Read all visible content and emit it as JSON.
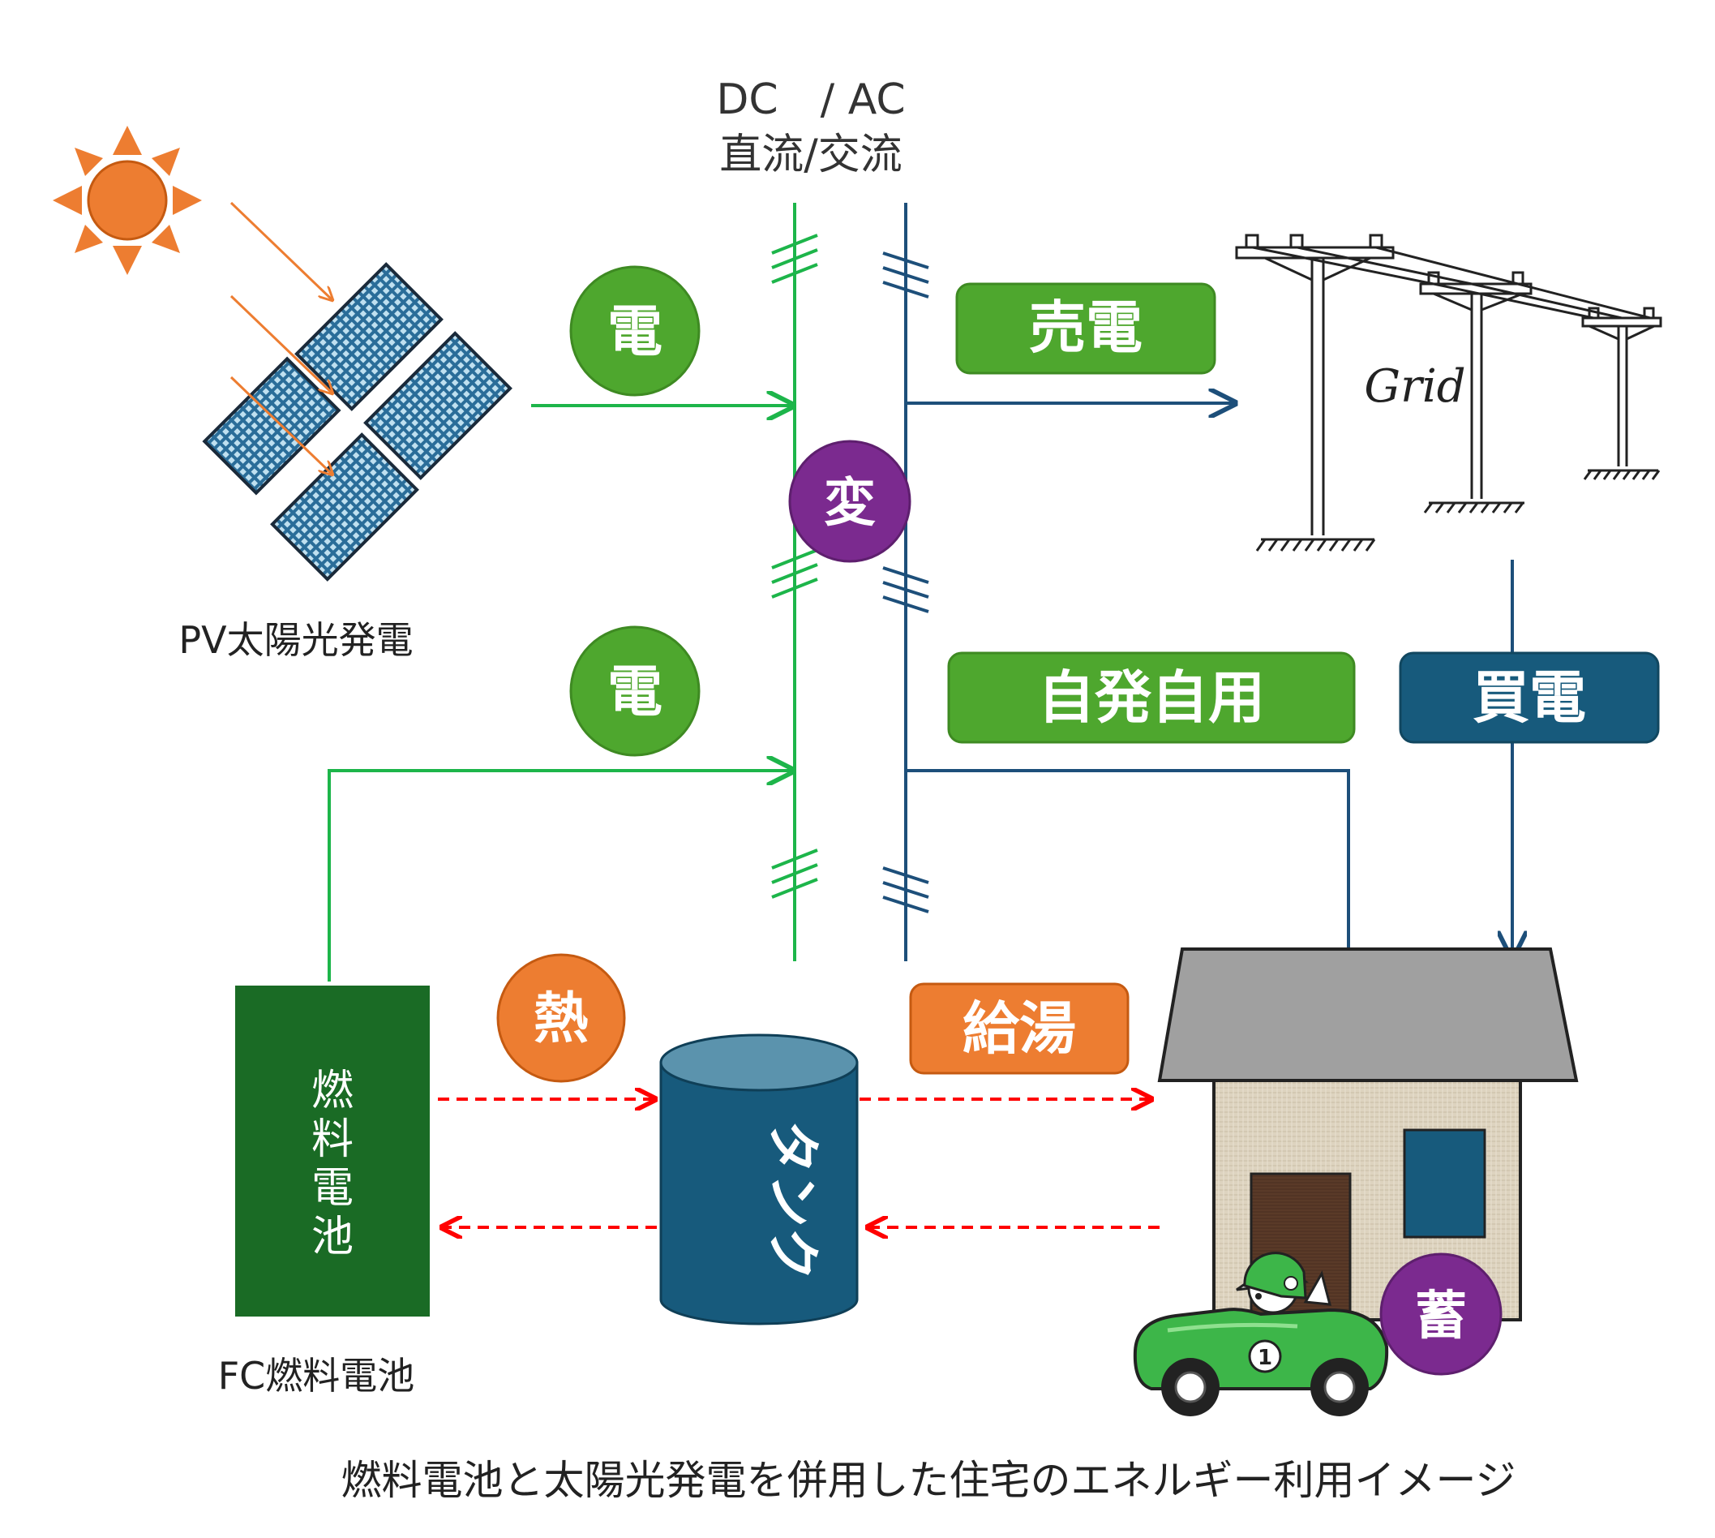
{
  "header": {
    "dc_ac": "DC　/ AC",
    "dc_ac_jp": "直流/交流"
  },
  "pv": {
    "label": "PV太陽光発電"
  },
  "fc": {
    "label": "FC燃料電池",
    "box_chars": [
      "燃",
      "料",
      "電",
      "池"
    ]
  },
  "badges": {
    "electricity": "電",
    "convert": "変",
    "heat": "熱",
    "storage": "蓄"
  },
  "labels": {
    "sell_power": "売電",
    "self_use": "自発自用",
    "buy_power": "買電",
    "hot_water": "給湯",
    "grid": "Grid",
    "tank": "タンク"
  },
  "car": {
    "number": "1"
  },
  "caption": "燃料電池と太陽光発電を併用した住宅のエネルギー利用イメージ",
  "colors": {
    "green_line": "#1db54a",
    "blue_line": "#1d4f7a",
    "green_badge": "#4ea72e",
    "purple_badge": "#7b2a8f",
    "orange": "#ed7d31",
    "dark_blue_box": "#175a7c",
    "fc_green": "#1a6b25",
    "red_dash": "#ff0000",
    "roof_gray": "#a0a0a0"
  }
}
